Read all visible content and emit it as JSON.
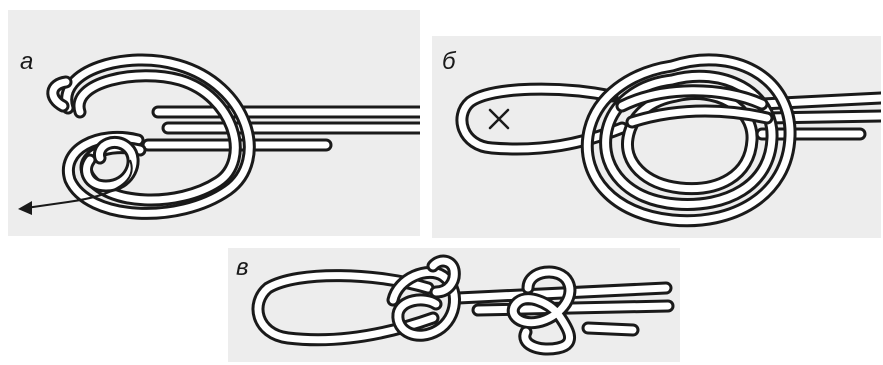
{
  "panels": [
    {
      "label": "а"
    },
    {
      "label": "б"
    },
    {
      "label": "в"
    }
  ],
  "marks": {
    "panel_b_cross": "×"
  },
  "colors": {
    "background": "#ffffff",
    "panel_background": "#ededed",
    "ink": "#1a1a1a",
    "rope_fill": "#ffffff"
  },
  "icons": {
    "panel_a_arrow": "arrow-left-icon",
    "panel_b_cross": "cross-mark-icon"
  }
}
